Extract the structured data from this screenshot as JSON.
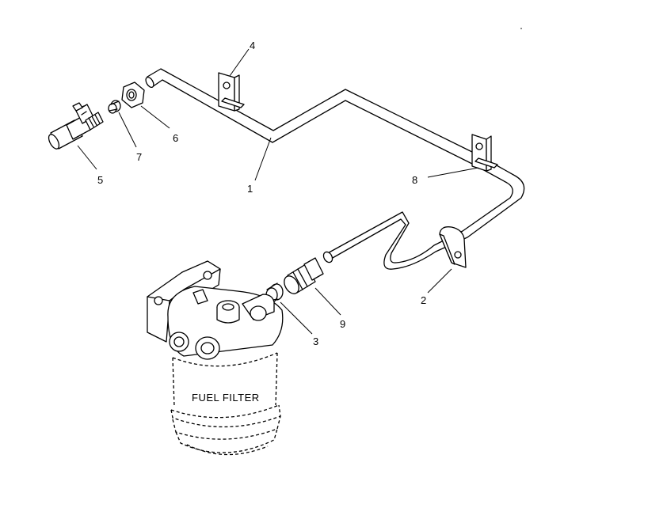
{
  "diagram": {
    "filter_label": "FUEL FILTER",
    "callouts": {
      "c1": "1",
      "c2": "2",
      "c3": "3",
      "c4": "4",
      "c5": "5",
      "c6": "6",
      "c7": "7",
      "c8": "8",
      "c9": "9"
    }
  }
}
